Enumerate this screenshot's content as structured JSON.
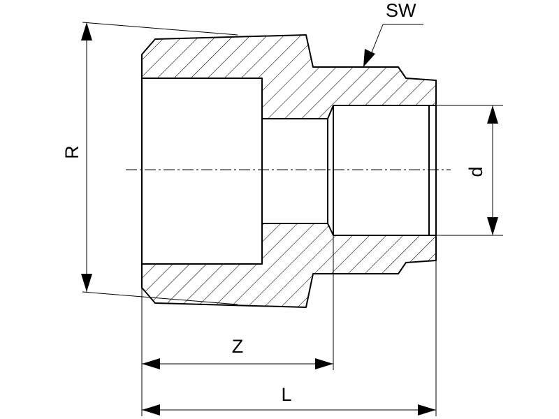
{
  "labels": {
    "sw": "SW",
    "r": "R",
    "d": "d",
    "z": "Z",
    "l": "L"
  },
  "colors": {
    "line": "#000000",
    "background": "#ffffff"
  }
}
